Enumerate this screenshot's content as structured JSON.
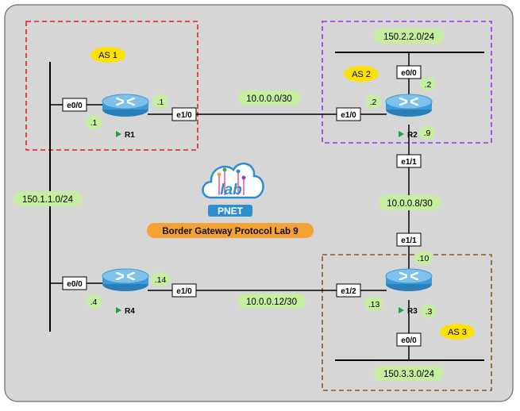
{
  "colors": {
    "canvas": "#d6d6d6",
    "as1_border": "#e0202a",
    "as2_border": "#9b34f0",
    "as3_border": "#8b5a2b",
    "as_label_bg": "#ffe000",
    "subnet_label_bg": "#c6eea1",
    "interface_label_bg": "#ffffff",
    "router_body": "#3d9ad6",
    "router_top": "#7ec2ec",
    "router_flag": "#1aa34a",
    "title_bg": "#f4a236",
    "link_color": "#000000"
  },
  "autonomous_systems": [
    {
      "id": "as1",
      "label": "AS 1"
    },
    {
      "id": "as2",
      "label": "AS 2"
    },
    {
      "id": "as3",
      "label": "AS 3"
    }
  ],
  "routers": [
    {
      "id": "r1",
      "label": "R1"
    },
    {
      "id": "r2",
      "label": "R2"
    },
    {
      "id": "r3",
      "label": "R3"
    },
    {
      "id": "r4",
      "label": "R4"
    }
  ],
  "subnets": {
    "lan1": "150.1.1.0/24",
    "lan2": "150.2.2.0/24",
    "lan3": "150.3.3.0/24",
    "r1_r2": "10.0.0.0/30",
    "r2_r3": "10.0.0.8/30",
    "r4_r3": "10.0.0.12/30"
  },
  "interfaces": {
    "r1_e00": "e0/0",
    "r1_e10": "e1/0",
    "r2_e00": "e0/0",
    "r2_e10": "e1/0",
    "r2_e11": "e1/1",
    "r3_e11": "e1/1",
    "r3_e12": "e1/2",
    "r3_e00": "e0/0",
    "r4_e00": "e0/0",
    "r4_e10": "e1/0"
  },
  "host_addresses": {
    "r1_lan": ".1",
    "r1_link": ".1",
    "r2_link": ".2",
    "r2_lan": ".2",
    "r2_link2": ".9",
    "r3_link2": ".10",
    "r3_link3": ".13",
    "r3_lan": ".3",
    "r4_lan": ".4",
    "r4_link3": ".14"
  },
  "logo": {
    "text": "PNET",
    "icon": "cloud-lab-icon"
  },
  "title": "Border Gateway Protocol Lab 9"
}
